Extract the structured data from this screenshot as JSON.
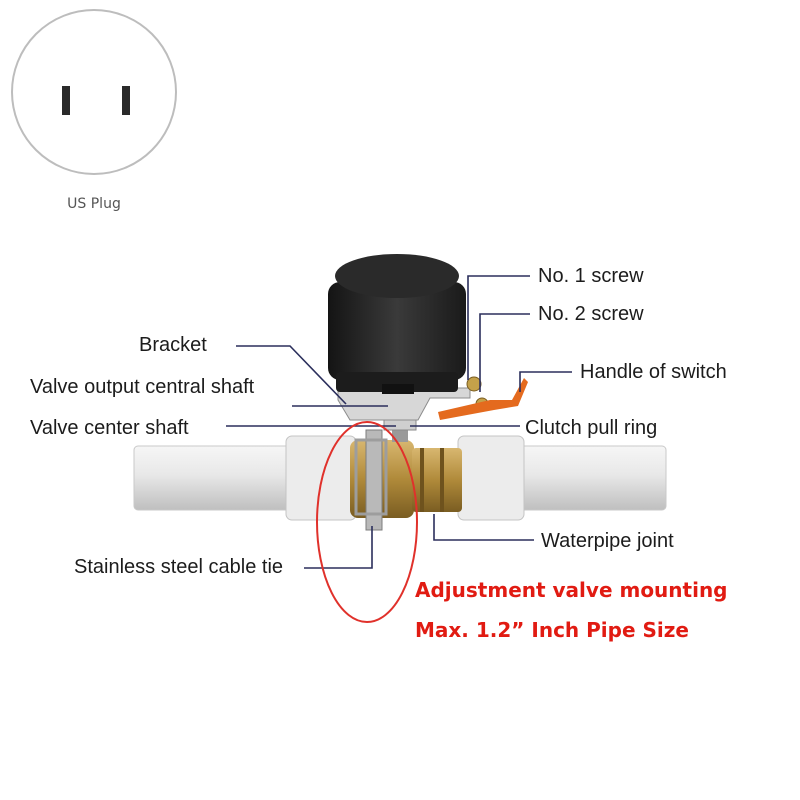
{
  "plug": {
    "caption": "US Plug"
  },
  "labels": {
    "screw1": "No. 1 screw",
    "screw2": "No. 2 screw",
    "bracket": "Bracket",
    "output_shaft": "Valve output central shaft",
    "handle": "Handle of switch",
    "center_shaft": "Valve center shaft",
    "clutch": "Clutch pull ring",
    "joint": "Waterpipe joint",
    "cable_tie": "Stainless steel cable tie"
  },
  "note": {
    "line1": "Adjustment valve mounting",
    "line2": "Max. 1.2” Inch Pipe Size"
  },
  "colors": {
    "plug_outline": "#bdbdbd",
    "actuator": "#222222",
    "pipe": "#e6e6e6",
    "brass": "#b08a3a",
    "handle": "#e46a1e",
    "leader": "#2b2f5c",
    "highlight": "#e0312b",
    "note": "#e11b12"
  }
}
